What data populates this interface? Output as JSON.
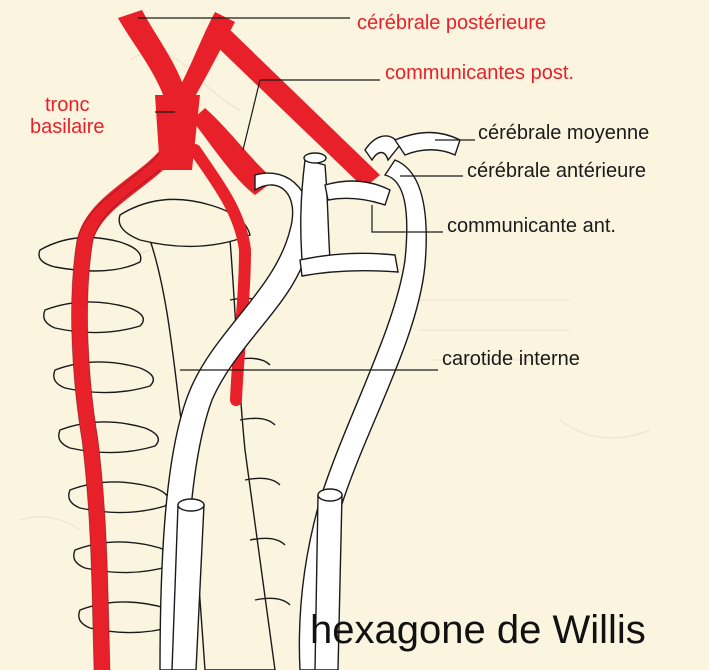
{
  "labels": {
    "cerebrale_posterieure": "cérébrale postérieure",
    "communicantes_post": "communicantes post.",
    "tronc_line1": "tronc",
    "tronc_line2": "basilaire",
    "cerebrale_moyenne": "cérébrale moyenne",
    "cerebrale_anterieure": "cérébrale antérieure",
    "communicante_ant": "communicante ant.",
    "carotide_interne": "carotide interne"
  },
  "title": "hexagone de Willis",
  "colors": {
    "artery_red": "#e8202a",
    "background": "#fbf4df",
    "line_ink": "#1a1a1a"
  }
}
